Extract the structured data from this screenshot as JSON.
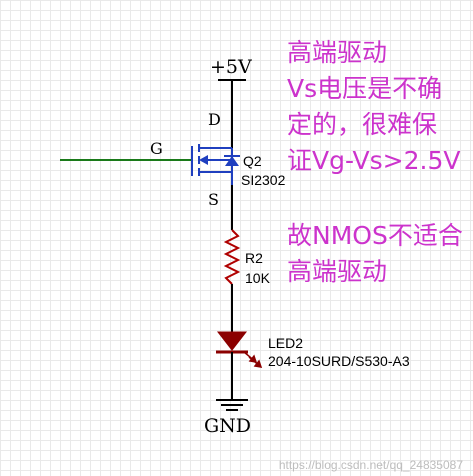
{
  "schematic": {
    "supply_label": "+5V",
    "drain_label": "D",
    "gate_label": "G",
    "source_label": "S",
    "transistor_ref": "Q2",
    "transistor_part": "SI2302",
    "resistor_ref": "R2",
    "resistor_value": "10K",
    "led_ref": "LED2",
    "led_part": "204-10SURD/S530-A3",
    "ground_label": "GND",
    "colors": {
      "wire": "#000000",
      "gate_wire": "#1a7a1a",
      "component": "#1f3fbf",
      "resistor": "#b00000",
      "led": "#8b0000"
    }
  },
  "notes": {
    "note1": "高端驱动\nVs电压是不确\n定的，很难保\n证Vg-Vs>2.5V",
    "note2": "故NMOS不适合\n高端驱动",
    "color": "#cc33cc"
  },
  "watermark": "https://blog.csdn.net/qq_24835087"
}
